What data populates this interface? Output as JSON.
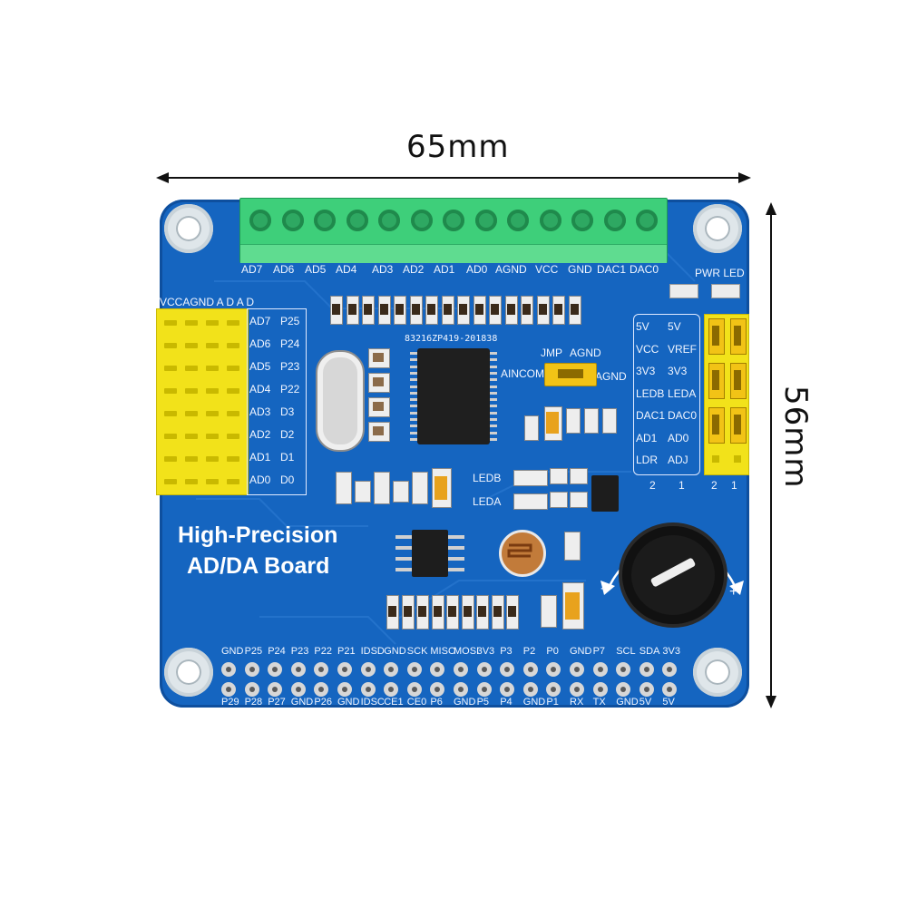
{
  "dimensions": {
    "width_label": "65mm",
    "height_label": "56mm"
  },
  "board": {
    "title_line1": "High-Precision",
    "title_line2": "AD/DA Board",
    "colors": {
      "pcb": "#1565c0",
      "terminal": "#3ecf7a",
      "header": "#f2e21a",
      "silkscreen": "#f2f6ff"
    }
  },
  "labels": {
    "terminal_pins": [
      "AD7",
      "AD6",
      "AD5",
      "AD4",
      "AD3",
      "AD2",
      "AD1",
      "AD0",
      "AGND",
      "VCC",
      "GND",
      "DAC1",
      "DAC0"
    ],
    "pwr_led": "PWR LED",
    "left_header_top": "VCCAGND A  D  A  D",
    "left_a": [
      "AD7",
      "AD6",
      "AD5",
      "AD4",
      "AD3",
      "AD2",
      "AD1",
      "AD0"
    ],
    "left_d": [
      "P25",
      "P24",
      "P23",
      "P22",
      "D3",
      "D2",
      "D1",
      "D0"
    ],
    "chip_top_text": "83216ZP419-201838",
    "jmp": "JMP",
    "agnd": "AGND",
    "aincom": "AINCOM",
    "right_col1": [
      "5V",
      "VCC",
      "3V3",
      "LEDB",
      "DAC1",
      "AD1",
      "LDR"
    ],
    "right_col2": [
      "5V",
      "VREF",
      "3V3",
      "LEDA",
      "DAC0",
      "AD0",
      "ADJ"
    ],
    "right_numbers": [
      "2",
      "1",
      "2",
      "1"
    ],
    "led_b": "LEDB",
    "led_a": "LEDA",
    "pot_minus": "-",
    "pot_plus": "+",
    "gpio_top": [
      "GND",
      "P25",
      "P24",
      "P23",
      "P22",
      "P21",
      "IDSD",
      "GND",
      "SCK",
      "MISO",
      "MOSI",
      "3V3",
      "P3",
      "P2",
      "P0",
      "GND",
      "P7",
      "SCL",
      "SDA",
      "3V3"
    ],
    "gpio_bottom": [
      "P29",
      "P28",
      "P27",
      "GND",
      "P26",
      "GND",
      "IDSC",
      "CE1",
      "CE0",
      "P6",
      "GND",
      "P5",
      "P4",
      "GND",
      "P1",
      "RX",
      "TX",
      "GND",
      "5V",
      "5V"
    ]
  }
}
